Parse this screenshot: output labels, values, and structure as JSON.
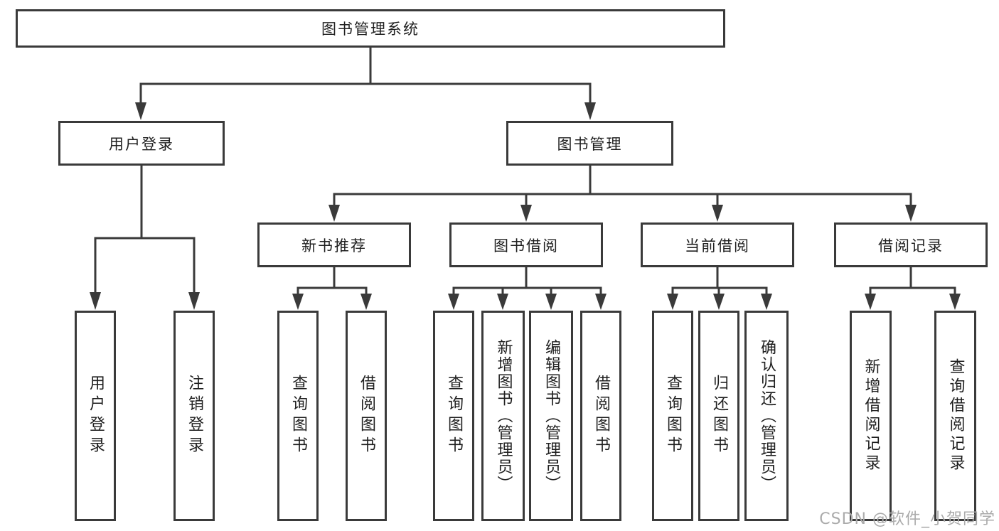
{
  "tree": {
    "root": {
      "label": "图书管理系统",
      "children": [
        {
          "label": "用户登录",
          "children": [
            {
              "label": "用户登录"
            },
            {
              "label": "注销登录"
            }
          ]
        },
        {
          "label": "图书管理",
          "children": [
            {
              "label": "新书推荐",
              "children": [
                {
                  "label": "查询图书"
                },
                {
                  "label": "借阅图书"
                }
              ]
            },
            {
              "label": "图书借阅",
              "children": [
                {
                  "label": "查询图书"
                },
                {
                  "label": "新增图书（管理员）"
                },
                {
                  "label": "编辑图书（管理员）"
                },
                {
                  "label": "借阅图书"
                }
              ]
            },
            {
              "label": "当前借阅",
              "children": [
                {
                  "label": "查询图书"
                },
                {
                  "label": "归还图书"
                },
                {
                  "label": "确认归还（管理员）"
                }
              ]
            },
            {
              "label": "借阅记录",
              "children": [
                {
                  "label": "新增借阅记录"
                },
                {
                  "label": "查询借阅记录"
                }
              ]
            }
          ]
        }
      ]
    }
  },
  "watermark": {
    "text": "CSDN @软件_小贺同学"
  },
  "colors": {
    "line": "#3a3a3a",
    "text": "#1f1f1f",
    "box_background": "#ffffff",
    "watermark": "#ababab"
  }
}
